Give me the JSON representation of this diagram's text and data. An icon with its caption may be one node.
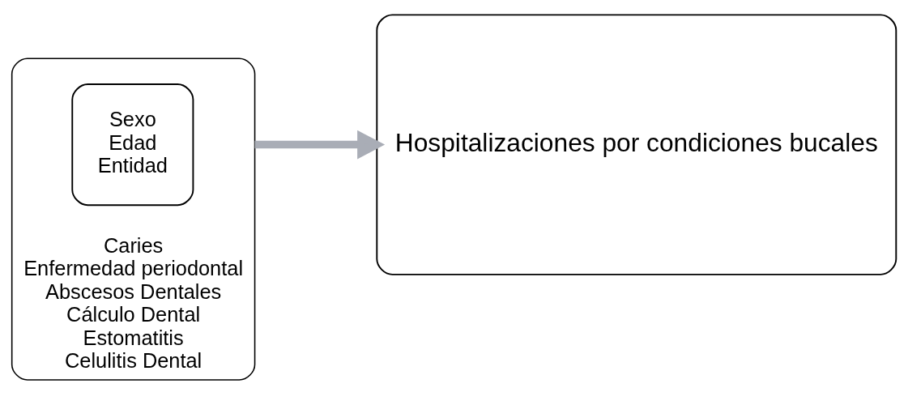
{
  "diagram": {
    "nodes": [
      {
        "text": [
          "Caries",
          "Enfermedad periodontal",
          "Abscesos Dentales",
          "Cálculo Dental",
          "Estomatitis",
          "Celulitis Dental"
        ]
      },
      {
        "text": [
          "Sexo",
          "Edad",
          "Entidad"
        ],
        "in": 0
      },
      {
        "text": [
          "Hospitalizaciones por condiciones bucales"
        ]
      }
    ],
    "edges": [
      {
        "from": 0,
        "to": 2,
        "arrow": "to"
      }
    ]
  }
}
